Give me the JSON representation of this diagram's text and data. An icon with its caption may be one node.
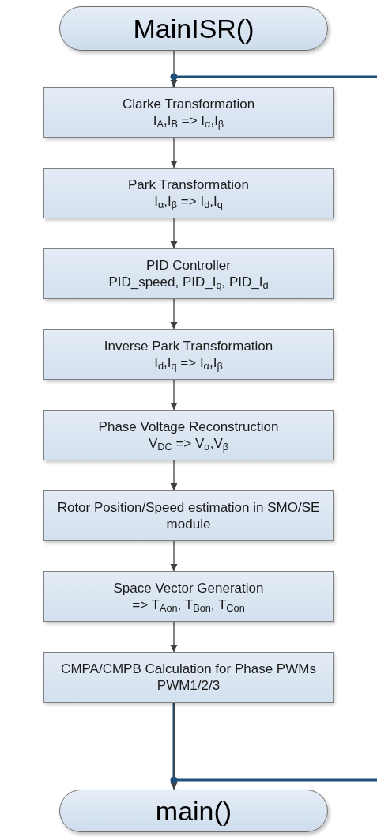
{
  "diagram": {
    "nodes": [
      {
        "text": [
          "MainISR()"
        ]
      },
      {
        "text": [
          "Clarke Transformation",
          "I$_{A}$,I$_{B}$ => I$_{α}$,I$_{β}$"
        ]
      },
      {
        "text": [
          "Park Transformation",
          "I$_{α}$,I$_{β}$ => I$_{d}$,I$_{q}$"
        ]
      },
      {
        "text": [
          "PID Controller",
          "PID_speed, PID_I$_{q}$, PID_I$_{d}$"
        ]
      },
      {
        "text": [
          "Inverse Park Transformation",
          "I$_{d}$,I$_{q}$ => I$_{α}$,I$_{β}$"
        ]
      },
      {
        "text": [
          "Phase Voltage Reconstruction",
          "V$_{DC}$ =>  V$_{α}$,V$_{β}$"
        ]
      },
      {
        "text": [
          "Rotor Position/Speed estimation in SMO/SE module"
        ]
      },
      {
        "text": [
          "Space Vector Generation",
          "=> T$_{Aon}$, T$_{Bon}$, T$_{Con}$"
        ]
      },
      {
        "text": [
          "CMPA/CMPB Calculation for Phase PWMs PWM1/2/3"
        ]
      },
      {
        "text": [
          "main()"
        ]
      }
    ],
    "edges": [
      {
        "from": null,
        "to": 1,
        "arrow": "none",
        "style": "thick",
        "color": "#1f4e79"
      },
      {
        "from": 0,
        "to": 1,
        "arrow": "to"
      },
      {
        "from": 1,
        "to": 2,
        "arrow": "to"
      },
      {
        "from": 2,
        "to": 3,
        "arrow": "to"
      },
      {
        "from": 3,
        "to": 4,
        "arrow": "to"
      },
      {
        "from": 4,
        "to": 5,
        "arrow": "to"
      },
      {
        "from": 5,
        "to": 6,
        "arrow": "to"
      },
      {
        "from": 6,
        "to": 7,
        "arrow": "to"
      },
      {
        "from": 7,
        "to": 8,
        "arrow": "to"
      },
      {
        "from": 8,
        "to": 9,
        "arrow": "to"
      },
      {
        "from": 8,
        "to": null,
        "arrow": "none",
        "style": "thick",
        "color": "#1f4e79"
      }
    ]
  }
}
